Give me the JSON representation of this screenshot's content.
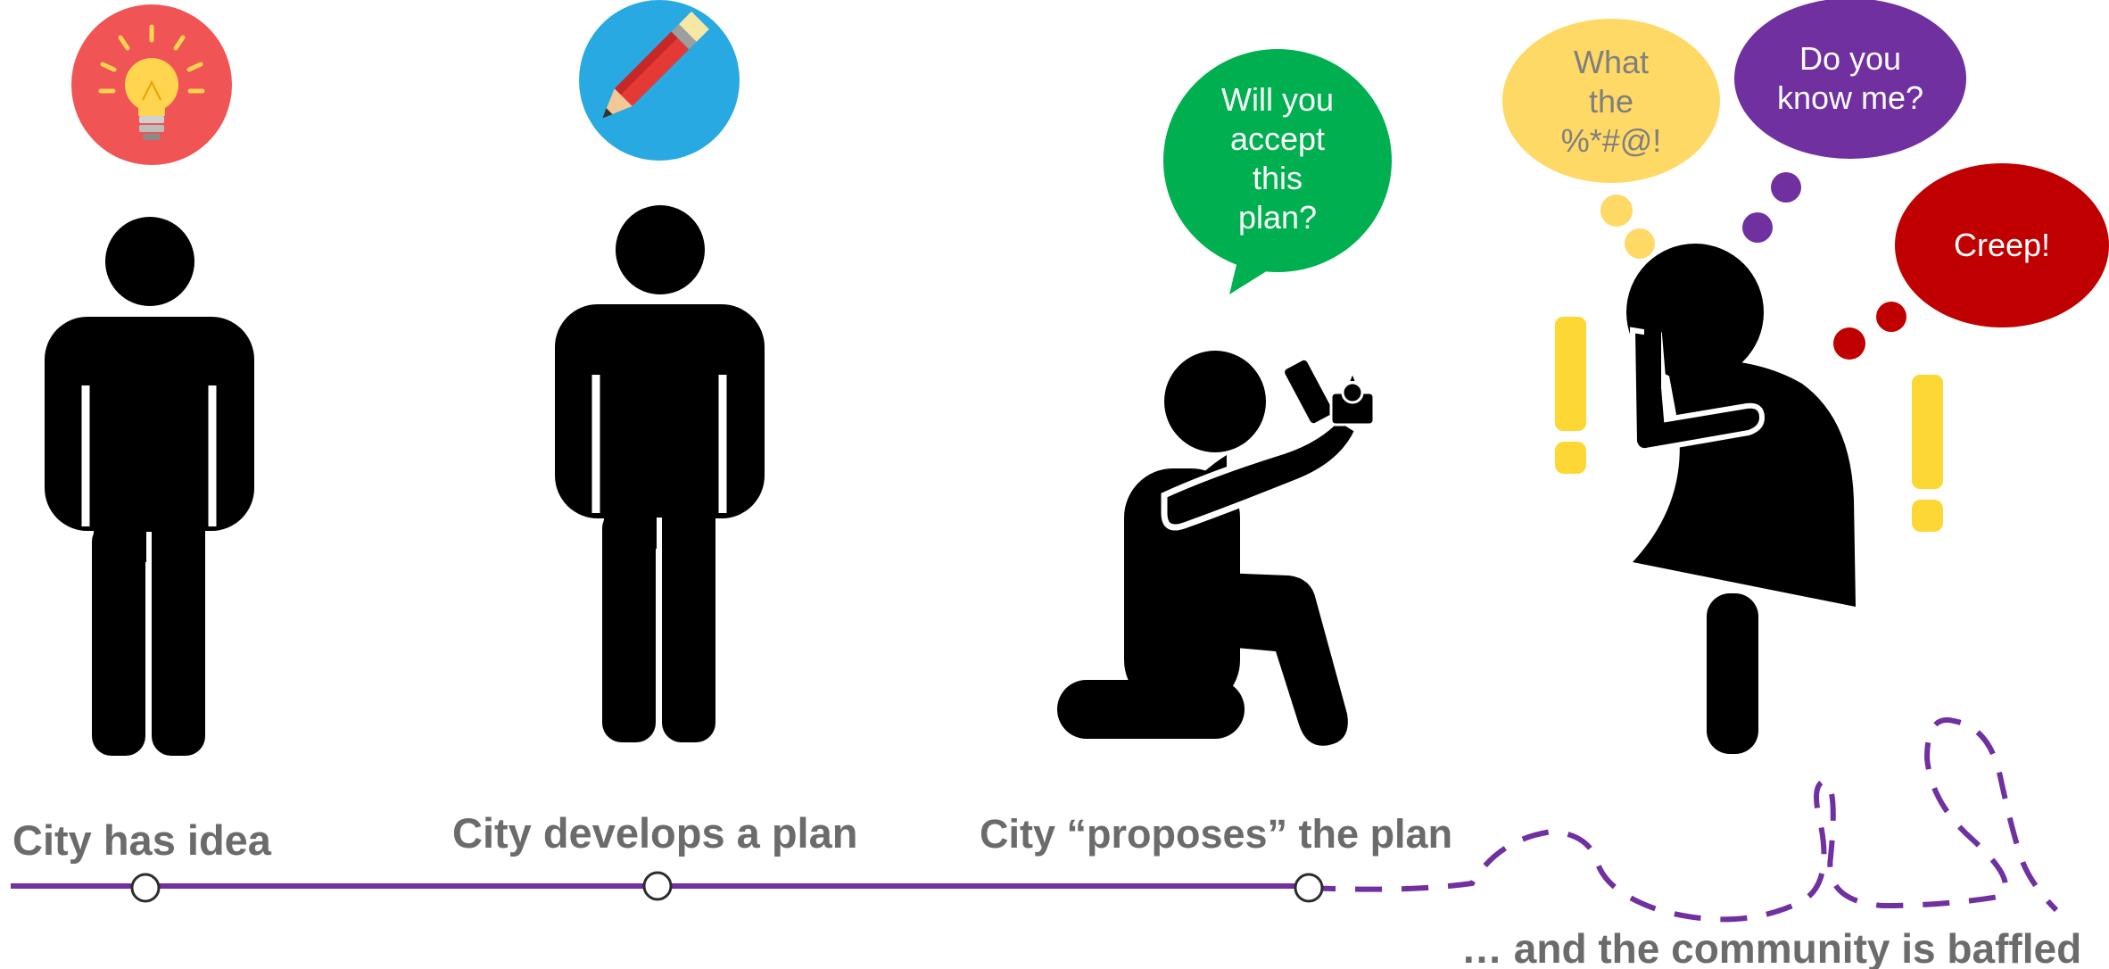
{
  "timeline": {
    "stages": [
      {
        "label": "City has idea",
        "icon": "lightbulb-icon"
      },
      {
        "label": "City develops a plan",
        "icon": "pencil-icon"
      },
      {
        "label": "City “proposes” the plan",
        "icon": "speech-bubble-icon"
      }
    ],
    "outcome_label": "… and the community is baffled"
  },
  "bubbles": {
    "proposal": "Will you\naccept\nthis\nplan?",
    "cursing": "What\nthe\n%*#@!",
    "know_me": "Do you\nknow me?",
    "creep": "Creep!"
  },
  "colors": {
    "timeline": "#7030a0",
    "caption": "#6b6b6b",
    "idea_badge": "#f05454",
    "plan_badge": "#29a9e1",
    "proposal_bubble": "#00b050",
    "cursing_bubble": "#ffd966",
    "know_me_bubble": "#7030a0",
    "creep_bubble": "#c00000",
    "exclamation": "#fdd835"
  }
}
